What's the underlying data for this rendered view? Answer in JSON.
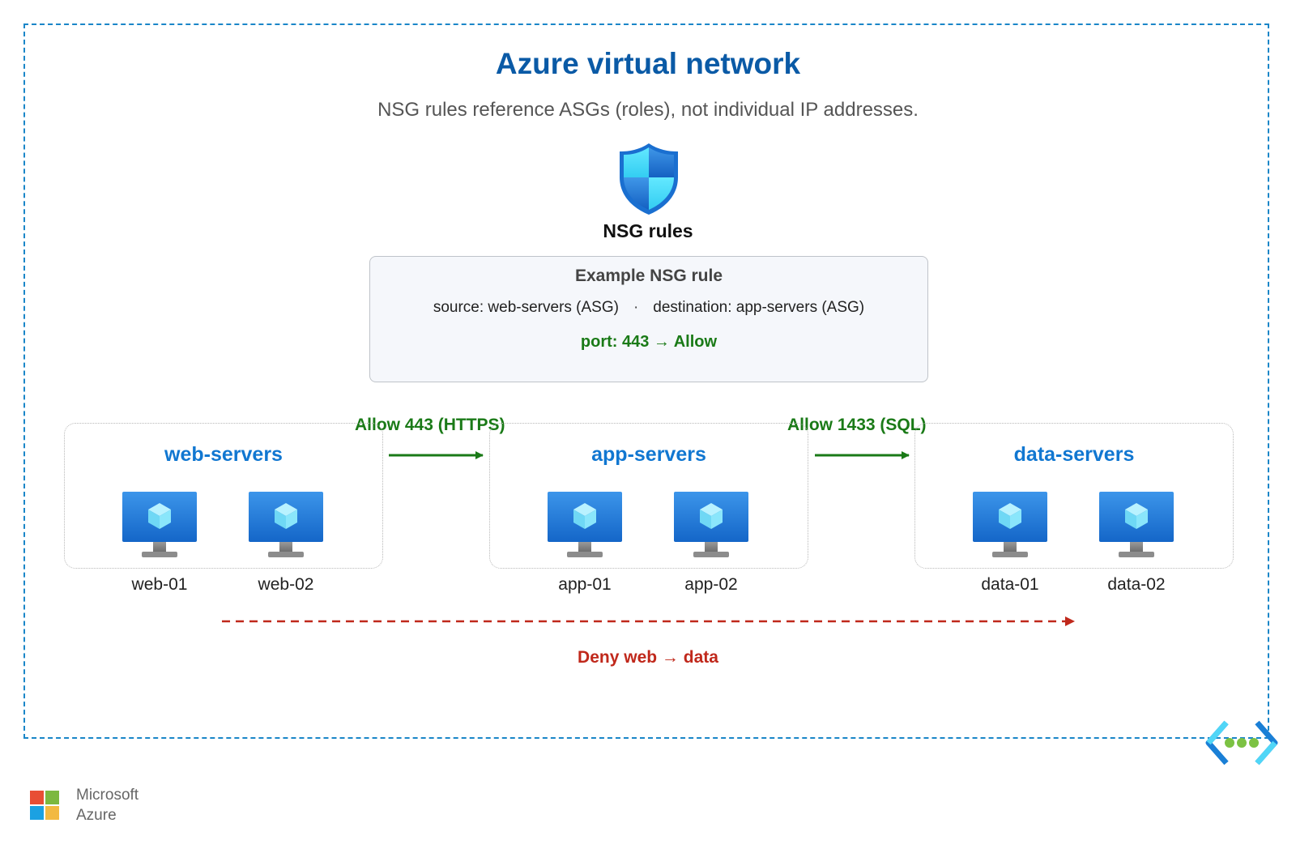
{
  "header": {
    "title": "Azure virtual network",
    "subtitle": "NSG rules reference ASGs (roles), not individual IP addresses."
  },
  "nsg": {
    "label": "NSG rules",
    "icon": "shield-icon"
  },
  "rule_card": {
    "title": "Example NSG rule",
    "source": "source: web-servers (ASG)",
    "separator": "·",
    "destination": "destination: app-servers (ASG)",
    "action": "port: 443  →  Allow"
  },
  "groups": [
    {
      "name": "web-servers",
      "vms": [
        "web-01",
        "web-02"
      ]
    },
    {
      "name": "app-servers",
      "vms": [
        "app-01",
        "app-02"
      ]
    },
    {
      "name": "data-servers",
      "vms": [
        "data-01",
        "data-02"
      ]
    }
  ],
  "flows": {
    "web_to_app": "Allow 443 (HTTPS)",
    "app_to_data": "Allow 1433 (SQL)",
    "deny": "Deny web → data"
  },
  "footer": {
    "brand_line1": "Microsoft",
    "brand_line2": "Azure"
  },
  "colors": {
    "accent": "#0a5aa6",
    "group_title": "#1177d1",
    "allow": "#1a7a17",
    "deny": "#c0281b",
    "border": "#1a86c8"
  }
}
